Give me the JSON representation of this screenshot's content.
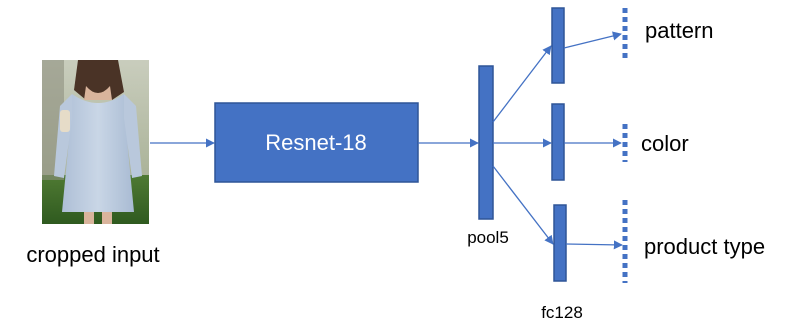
{
  "input": {
    "caption": "cropped input",
    "photo": "fashion-photo-woman-light-blue-dress"
  },
  "backbone": {
    "label": "Resnet-18"
  },
  "layers": {
    "pool": "pool5",
    "fc": "fc128"
  },
  "outputs": [
    {
      "label": "pattern"
    },
    {
      "label": "color"
    },
    {
      "label": "product type"
    }
  ],
  "colors": {
    "block_fill": "#4472c4",
    "block_stroke": "#2f5597",
    "arrow": "#4472c4",
    "label": "#000000"
  }
}
